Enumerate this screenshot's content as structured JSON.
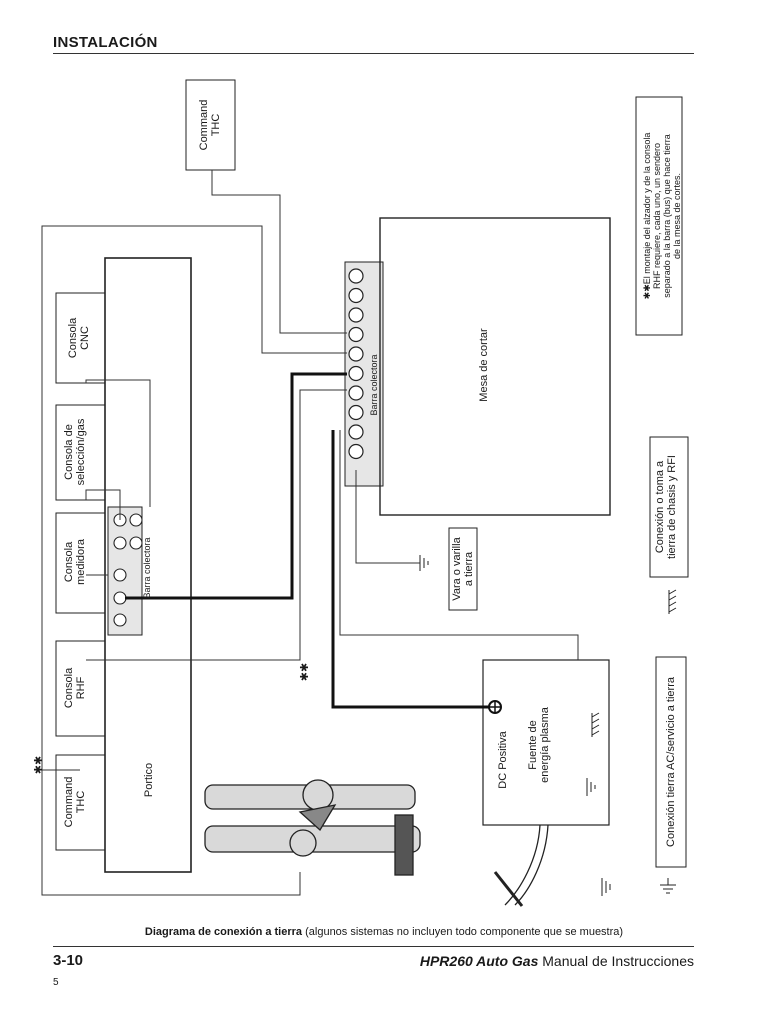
{
  "header": {
    "section_title": "INSTALACIÓN"
  },
  "diagram": {
    "command_thc_top": [
      "Command",
      "THC"
    ],
    "command_thc_bottom": [
      "Command",
      "THC"
    ],
    "consola_cnc": [
      "Consola",
      "CNC"
    ],
    "consola_seleccion": [
      "Consola de",
      "selección/gas"
    ],
    "consola_medidora": [
      "Consola",
      "medidora"
    ],
    "consola_rhf": [
      "Consola",
      "RHF"
    ],
    "portico": "Portico",
    "barra_colectora_small": "Barra colectora",
    "barra_colectora_main": "Barra colectora",
    "mesa_de_cortar": "Mesa de cortar",
    "vara_tierra": [
      "Vara o varilla",
      "a tierra"
    ],
    "dc_positiva": "DC Positiva",
    "fuente": [
      "Fuente de",
      "energía plasma"
    ],
    "note": [
      "✱✱El montaje del alzador y de la consola",
      "RHF requiere, cada uno, un sendero",
      "separado a la barra (bus) que hace tierra",
      "de la mesa de cortes."
    ],
    "legend_chasis": [
      "Conexión o toma a",
      "tierra de chasis y RFI"
    ],
    "legend_ac": "Conexión tierra AC/servicio a tierra",
    "asterisks_left": "✱✱",
    "asterisks_mid": "✱✱"
  },
  "caption": {
    "bold": "Diagrama de conexión a tierra",
    "rest": " (algunos sistemas no incluyen todo componente que se muestra)"
  },
  "footer": {
    "page_number": "3-10",
    "product": "HPR260 Auto Gas",
    "manual": " Manual de Instrucciones",
    "footnote": "5"
  }
}
